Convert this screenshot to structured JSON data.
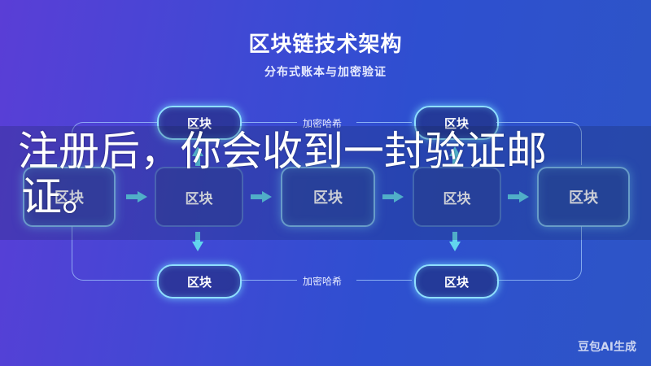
{
  "header": {
    "title": "区块链技术架构",
    "subtitle": "分布式账本与加密验证"
  },
  "block_label": "区块",
  "link_label": "加密哈希",
  "overlay": {
    "line1": "注册后，你会收到一封验证邮",
    "line2": "证。"
  },
  "watermark": "豆包AI生成",
  "colors": {
    "accent": "#62d6ee",
    "glow": "#8fdfff"
  }
}
